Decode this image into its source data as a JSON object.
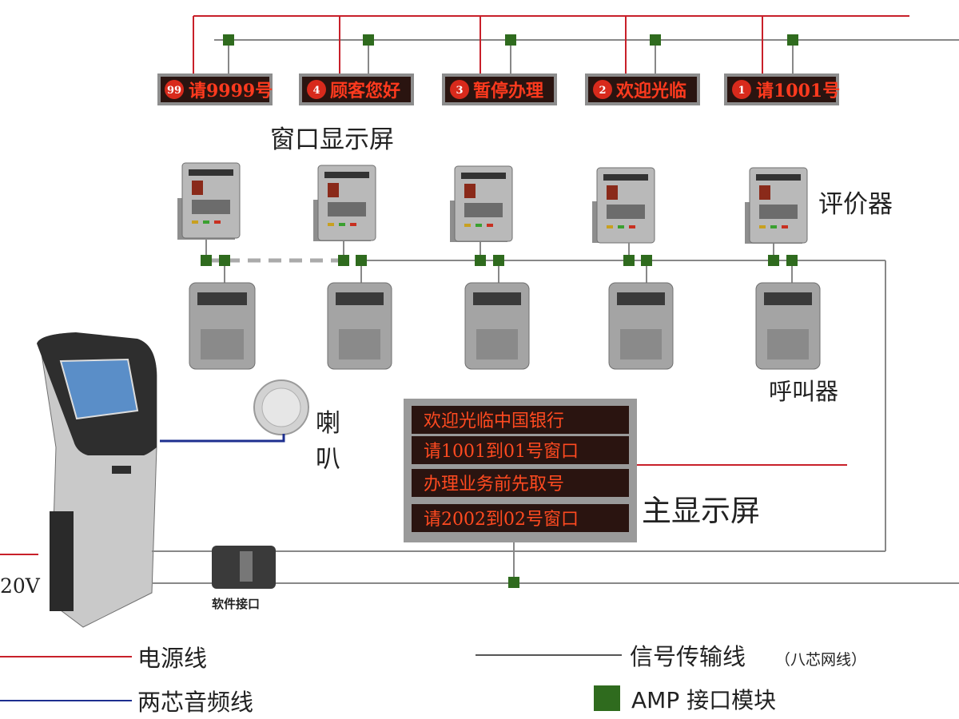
{
  "window_displays": [
    {
      "num": "99",
      "text": "请9999号"
    },
    {
      "num": "4",
      "text": "顾客您好"
    },
    {
      "num": "3",
      "text": "暂停办理"
    },
    {
      "num": "2",
      "text": "欢迎光临"
    },
    {
      "num": "1",
      "text": "请1001号"
    }
  ],
  "labels": {
    "window_display": "窗口显示屏",
    "evaluator": "评价器",
    "caller": "呼叫器",
    "speaker_line1": "喇",
    "speaker_line2": "叭",
    "main_display": "主显示屏",
    "software_interface": "软件接口",
    "voltage": "20V"
  },
  "main_display_lines": [
    "欢迎光临中国银行",
    "请1001到01号窗口",
    "办理业务前先取号",
    "请2002到02号窗口"
  ],
  "legend": {
    "power_line": "电源线",
    "audio_line": "两芯音频线",
    "signal_line": "信号传输线",
    "signal_line_note": "（八芯网线）",
    "amp_module": "AMP 接口模块"
  },
  "colors": {
    "power_line": "#c8202a",
    "audio_line": "#1d2f8f",
    "signal_line": "#888888",
    "amp_module": "#2f6b1e",
    "led_text": "#ff3a1e",
    "panel_bg": "#2a1410"
  }
}
